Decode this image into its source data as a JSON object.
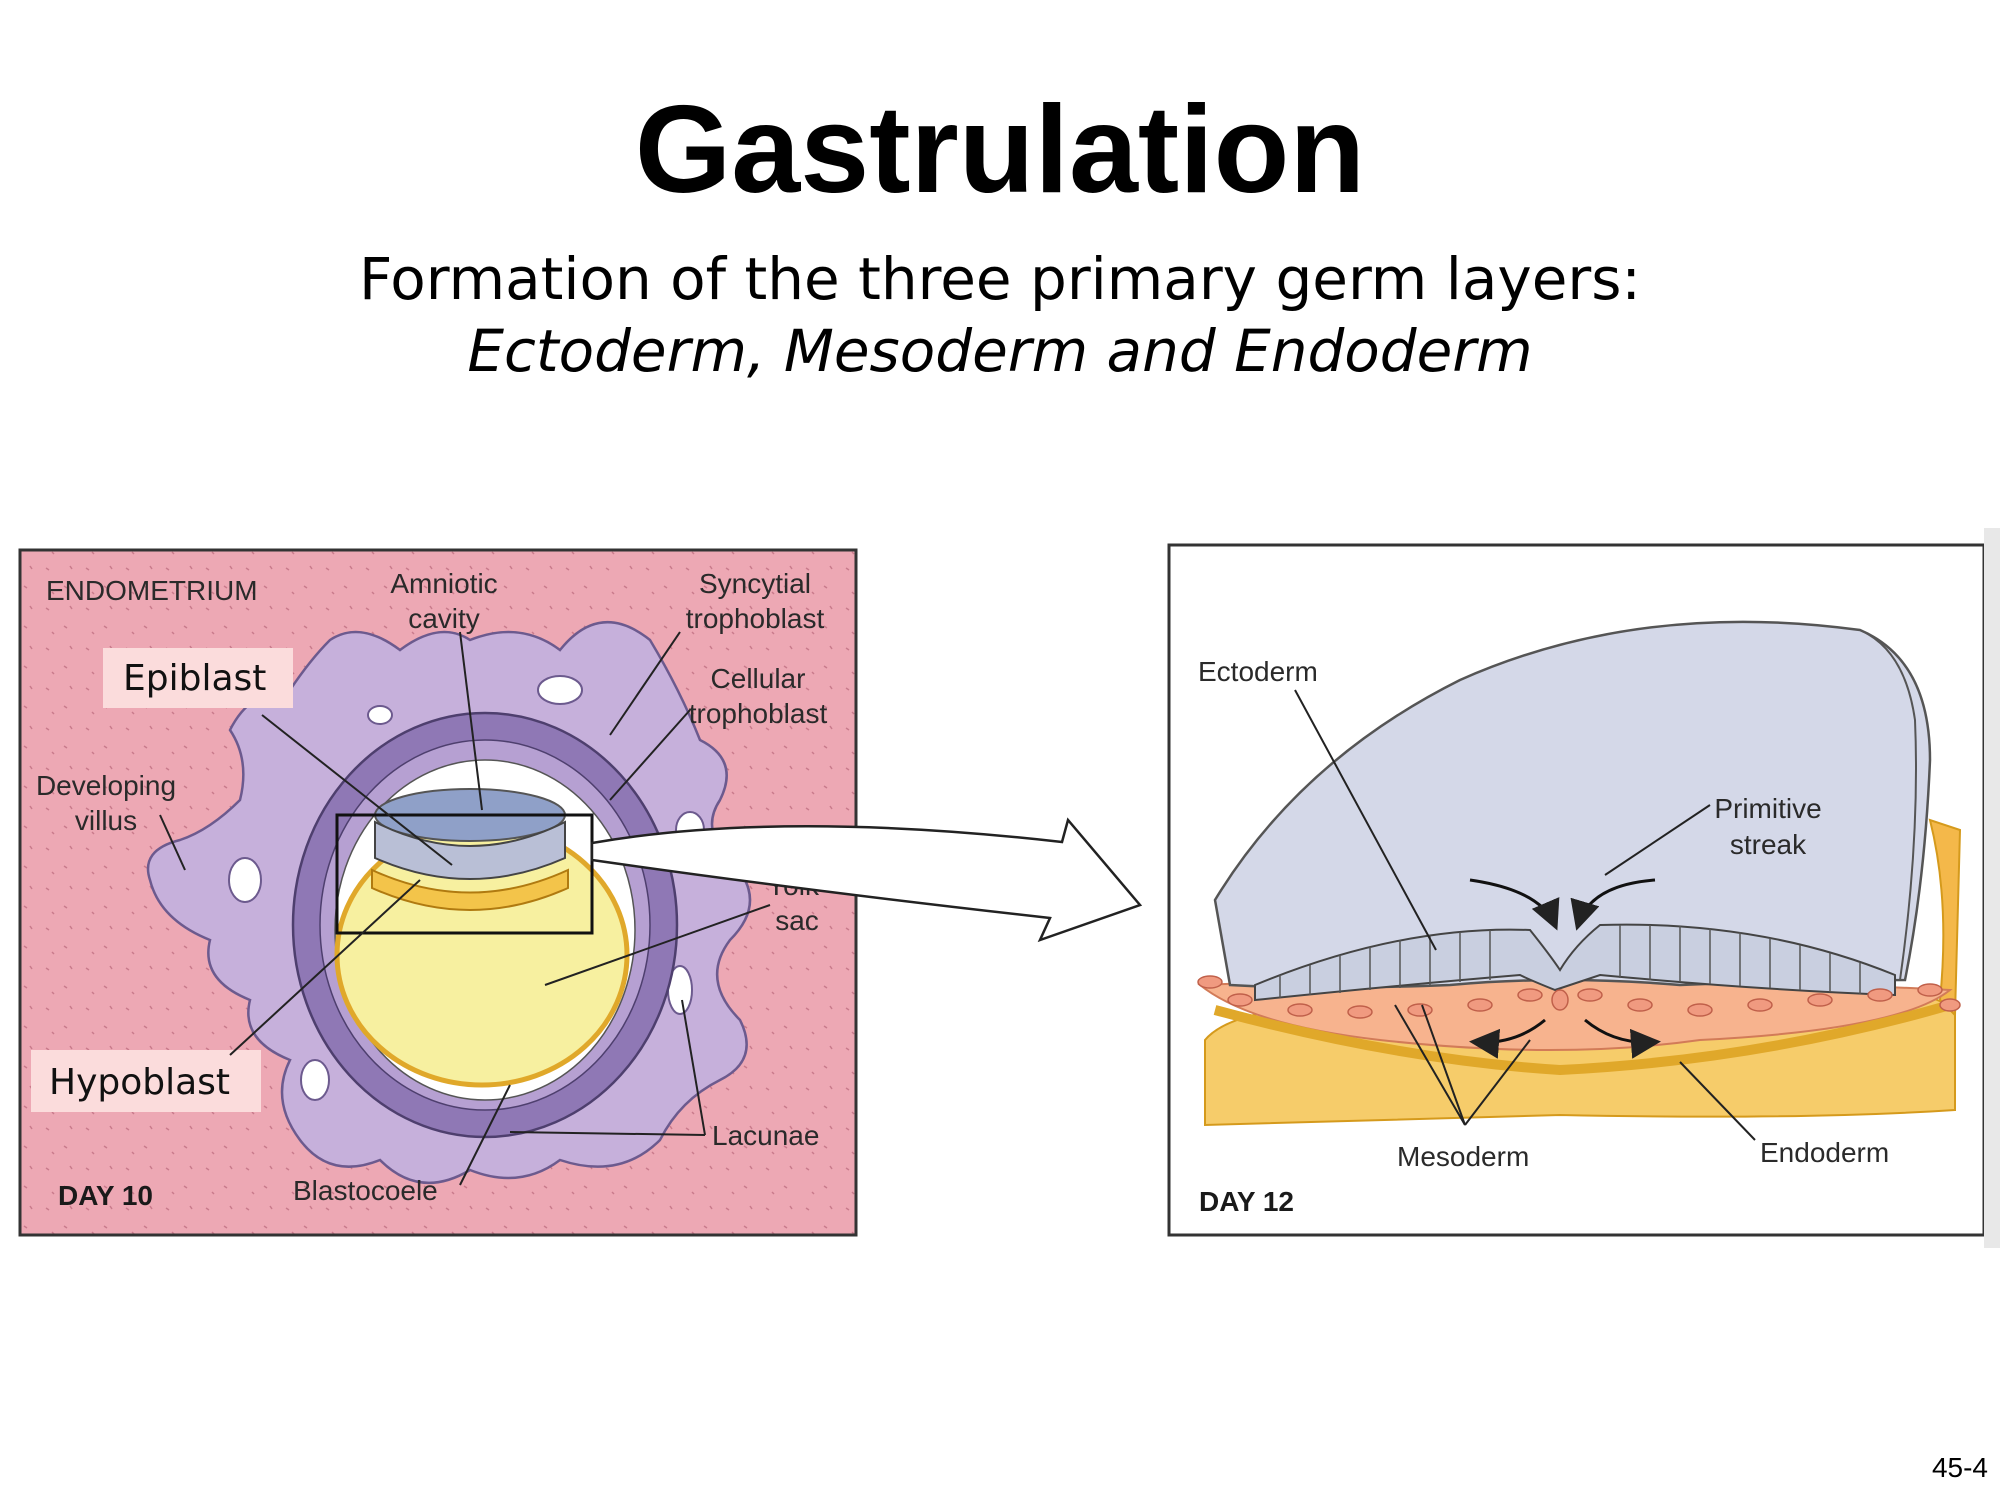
{
  "slide": {
    "title": "Gastrulation",
    "subtitle": "Formation of the three primary germ layers:",
    "subtitle_italic": "Ectoderm, Mesoderm and Endoderm",
    "slide_number": "45-4"
  },
  "day10": {
    "stage": "DAY 10",
    "labels": {
      "endometrium": "ENDOMETRIUM",
      "amniotic_1": "Amniotic",
      "amniotic_2": "cavity",
      "syncytial_1": "Syncytial",
      "syncytial_2": "trophoblast",
      "cellular_1": "Cellular",
      "cellular_2": "trophoblast",
      "villus_1": "Developing",
      "villus_2": "villus",
      "yolk_1": "Yolk",
      "yolk_2": "sac",
      "lacunae": "Lacunae",
      "blastocoele": "Blastocoele"
    },
    "callouts": {
      "epiblast": "Epiblast",
      "hypoblast": "Hypoblast"
    }
  },
  "day12": {
    "stage": "DAY 12",
    "labels": {
      "ectoderm": "Ectoderm",
      "primitive_1": "Primitive",
      "primitive_2": "streak",
      "mesoderm": "Mesoderm",
      "endoderm": "Endoderm"
    }
  },
  "colors": {
    "endometrium": "#eda8b4",
    "trophoblast": "#c2a8d8",
    "cellular_trophoblast": "#8f78b5",
    "epiblast": "#b9bfd6",
    "hypoblast": "#f3c44a",
    "yolk": "#f7f0a0",
    "ectoderm_sheet": "#d4d8e8",
    "mesoderm_cells": "#f2a890",
    "endoderm": "#f4b84a",
    "callout_bg": "#fbdcdc"
  }
}
